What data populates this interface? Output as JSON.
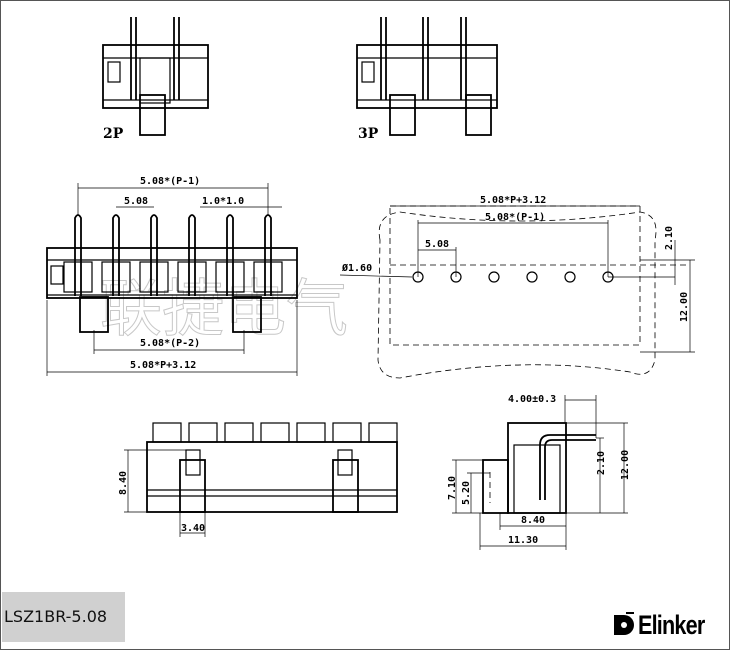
{
  "drawing": {
    "variant_2p_label": "2P",
    "variant_3p_label": "3P",
    "watermark": "联捷电气",
    "top_view": {
      "pitch_total": "5.08*(P-1)",
      "pitch": "5.08",
      "pin_size": "1.0*1.0",
      "boss_span": "5.08*(P-2)",
      "overall_length": "5.08*P+3.12"
    },
    "pcb_layout": {
      "overall_length": "5.08*P+3.12",
      "pitch_total": "5.08*(P-1)",
      "pitch": "5.08",
      "hole_diameter": "Ø1.60",
      "edge_offset": "2.10",
      "depth": "12.00",
      "hole_count": 6
    },
    "front_view": {
      "height": "8.40",
      "boss_width": "3.40"
    },
    "side_view": {
      "pin_extension": "4.00±0.3",
      "pin_height": "2.10",
      "overall_depth": "12.00",
      "step_height": "7.10",
      "boss_height": "5.20",
      "body_width": "8.40",
      "overall_width": "11.30"
    }
  },
  "footer": {
    "part_number": "LSZ1BR-5.08",
    "brand": "Elinker"
  }
}
